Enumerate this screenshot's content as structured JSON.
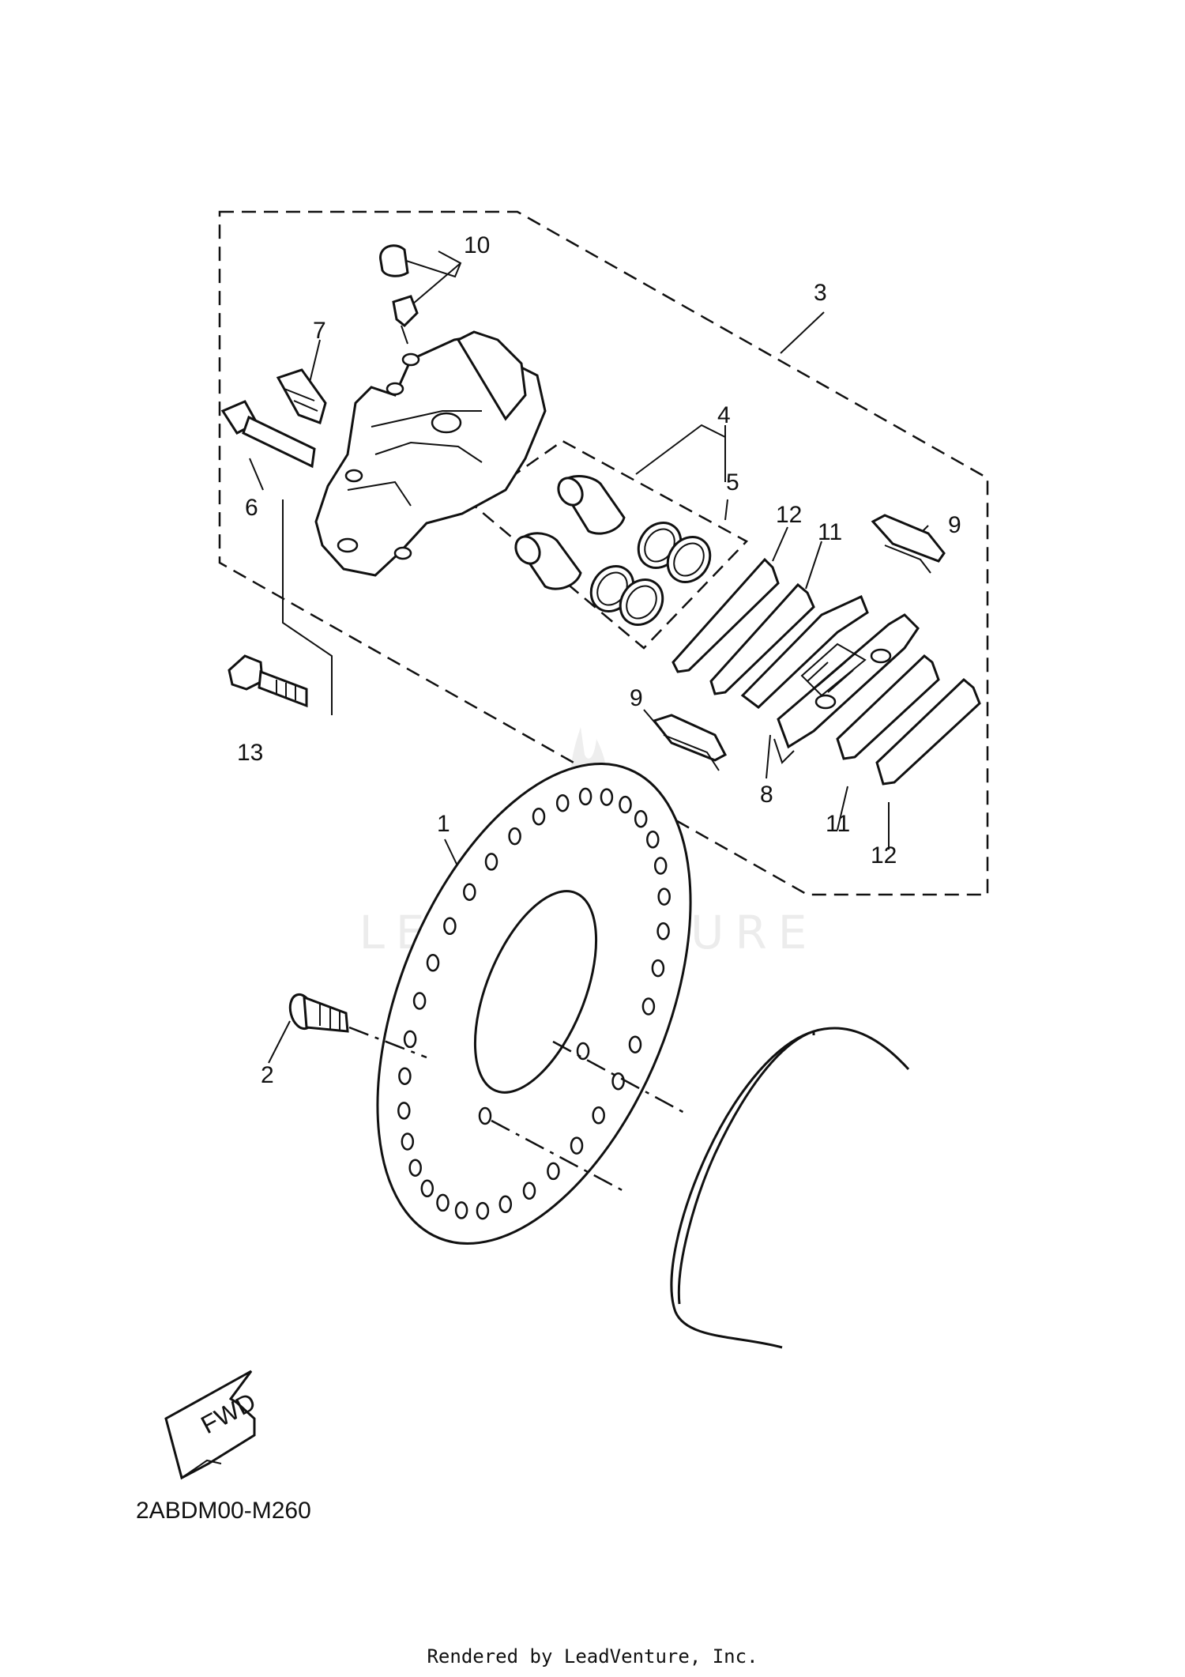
{
  "diagram_code": "2ABDM00-M260",
  "footer": "Rendered by LeadVenture, Inc.",
  "watermark": "LEADVENTURE",
  "fwd_label": "FWD",
  "callouts": {
    "c1": "1",
    "c2": "2",
    "c3": "3",
    "c4": "4",
    "c5": "5",
    "c6": "6",
    "c7": "7",
    "c8": "8",
    "c9a": "9",
    "c9b": "9",
    "c10": "10",
    "c11a": "11",
    "c11b": "11",
    "c12a": "12",
    "c12b": "12",
    "c13": "13"
  }
}
